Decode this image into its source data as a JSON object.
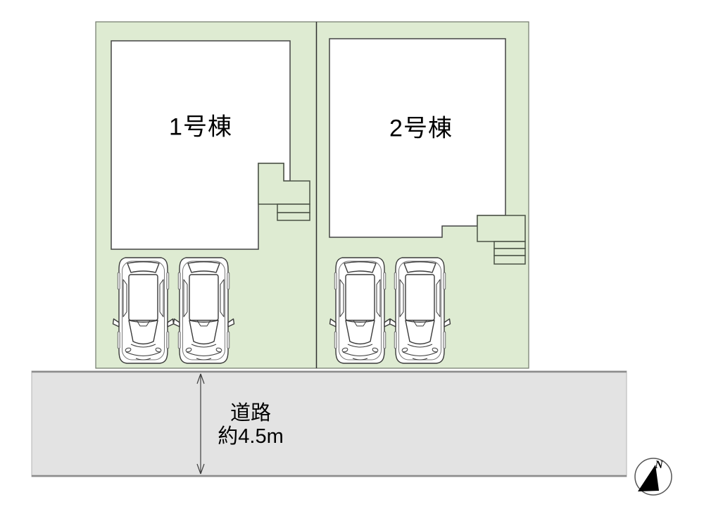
{
  "plan": {
    "buildings": [
      {
        "label": "1号棟"
      },
      {
        "label": "2号棟"
      }
    ],
    "road": {
      "name": "道路",
      "width_note": "約4.5m"
    },
    "compass": {
      "north_label": "N"
    },
    "car_count": 4
  },
  "colors": {
    "lot_fill": "#deebd2",
    "lot_border": "#70796a",
    "building_fill": "#ffffff",
    "building_border": "#444444",
    "porch_outline": "#4a5245",
    "road_fill": "#e3e3e3",
    "road_border": "#8c8c8c",
    "divider_line": "#2f2f2f",
    "text": "#000000",
    "car_outline": "#3a3a3a"
  }
}
